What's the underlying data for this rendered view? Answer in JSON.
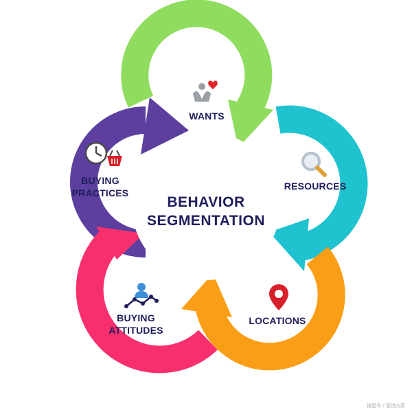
{
  "title": {
    "line1": "BEHAVIOR",
    "line2": "SEGMENTATION"
  },
  "segments": {
    "wants": {
      "label": "WANTS",
      "color": "#8fdc5f",
      "icon": "hand-heart-icon"
    },
    "resources": {
      "label": "RESOURCES",
      "color": "#1fc2cf",
      "icon": "magnifier-icon"
    },
    "locations": {
      "label": "LOCATIONS",
      "color": "#fb9e17",
      "icon": "map-pin-icon"
    },
    "buying_attitudes": {
      "line1": "BUYING",
      "line2": "ATTITUDES",
      "color": "#f7306d",
      "icon": "person-chart-icon"
    },
    "buying_practices": {
      "line1": "BUYING",
      "line2": "PRACTICES",
      "color": "#5c3f9e",
      "icon": "clock-basket-icon"
    }
  },
  "watermark": "搜狐号 / 营销方案"
}
